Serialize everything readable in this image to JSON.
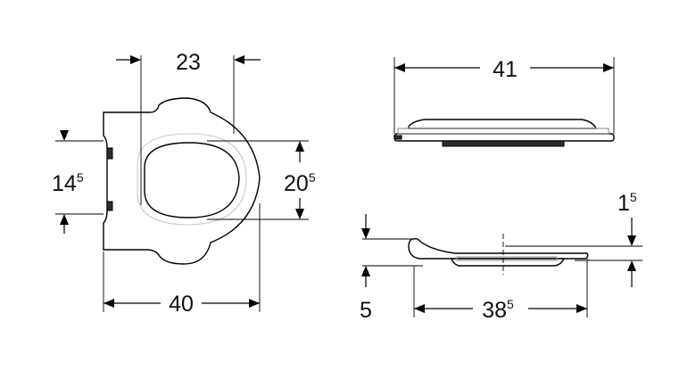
{
  "dimensions": {
    "top_view_hinge_width": {
      "main": "23",
      "sup": ""
    },
    "top_view_height_left": {
      "main": "14",
      "sup": "5"
    },
    "top_view_height_right": {
      "main": "20",
      "sup": "5"
    },
    "top_view_total_width": {
      "main": "40",
      "sup": ""
    },
    "side_view_total_length": {
      "main": "41",
      "sup": ""
    },
    "front_view_thickness": {
      "main": "1",
      "sup": "5"
    },
    "front_view_height": {
      "main": "5",
      "sup": ""
    },
    "front_view_length": {
      "main": "38",
      "sup": "5"
    }
  }
}
